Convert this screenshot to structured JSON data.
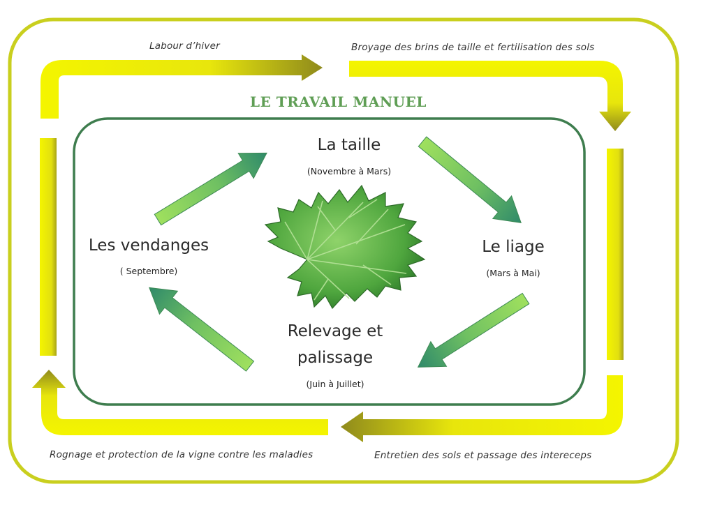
{
  "diagram": {
    "title": "LE TRAVAIL MANUEL",
    "outer_steps": {
      "top_left": "Labour d’hiver",
      "top_right": "Broyage des brins de taille et fertilisation des sols",
      "bottom_right": "Entretien des sols et passage des intereceps",
      "bottom_left": "Rognage et protection de la vigne contre les maladies"
    },
    "stages": {
      "taille": {
        "name": "La taille",
        "period": "(Novembre à Mars)"
      },
      "liage": {
        "name": "Le liage",
        "period": "(Mars à Mai)"
      },
      "relevage": {
        "name_line1": "Relevage et",
        "name_line2": "palissage",
        "period": "(Juin à Juillet)"
      },
      "vendanges": {
        "name": "Les vendanges",
        "period": "( Septembre)"
      }
    },
    "center_image": "vine-leaf-icon",
    "colors": {
      "outer_frame": "#c9cf1e",
      "inner_frame": "#3e7d4e",
      "yellow_arrow": "#f2f200",
      "yellow_arrow_dark": "#8f8a1c",
      "green_arrow": "#8ed65a",
      "green_arrow_dark": "#2f8a6a",
      "title": "#5f9e55"
    }
  }
}
